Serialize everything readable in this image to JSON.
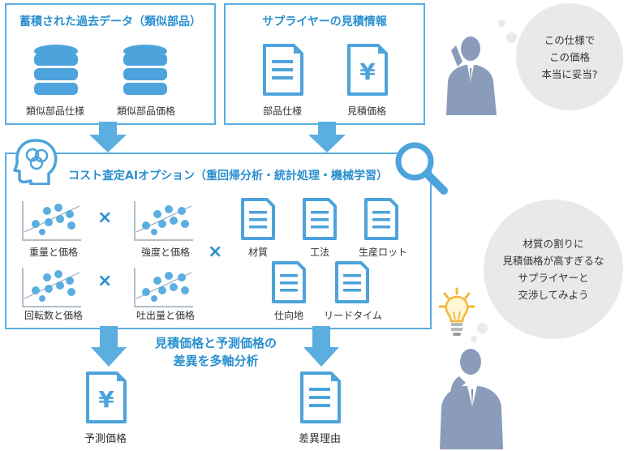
{
  "past_data": {
    "title": "蓄積された過去データ（類似部品）",
    "items": [
      "類似部品仕様",
      "類似部品価格"
    ]
  },
  "supplier": {
    "title": "サプライヤーの見積情報",
    "items": [
      "部品仕様",
      "見積価格"
    ]
  },
  "ai_option": {
    "title": "コスト査定AIオプション（重回帰分析・統計処理・機械学習）",
    "charts": [
      "重量と価格",
      "強度と価格",
      "回転数と価格",
      "吐出量と価格"
    ],
    "factors": [
      "材質",
      "工法",
      "生産ロット",
      "仕向地",
      "リードタイム"
    ],
    "cross_symbol": "×"
  },
  "analysis": {
    "line1": "見積価格と予測価格の",
    "line2": "差異を多軸分析"
  },
  "outputs": [
    "予測価格",
    "差異理由"
  ],
  "bubble1": [
    "この仕様で",
    "この価格",
    "本当に妥当?"
  ],
  "bubble2": [
    "材質の割りに",
    "見積価格が高すぎるな",
    "サプライヤーと",
    "交渉してみよう"
  ],
  "colors": {
    "accent": "#2a8fd0",
    "border": "#5aaee0",
    "arrow": "#5aaee0",
    "person": "#8a9cba"
  }
}
